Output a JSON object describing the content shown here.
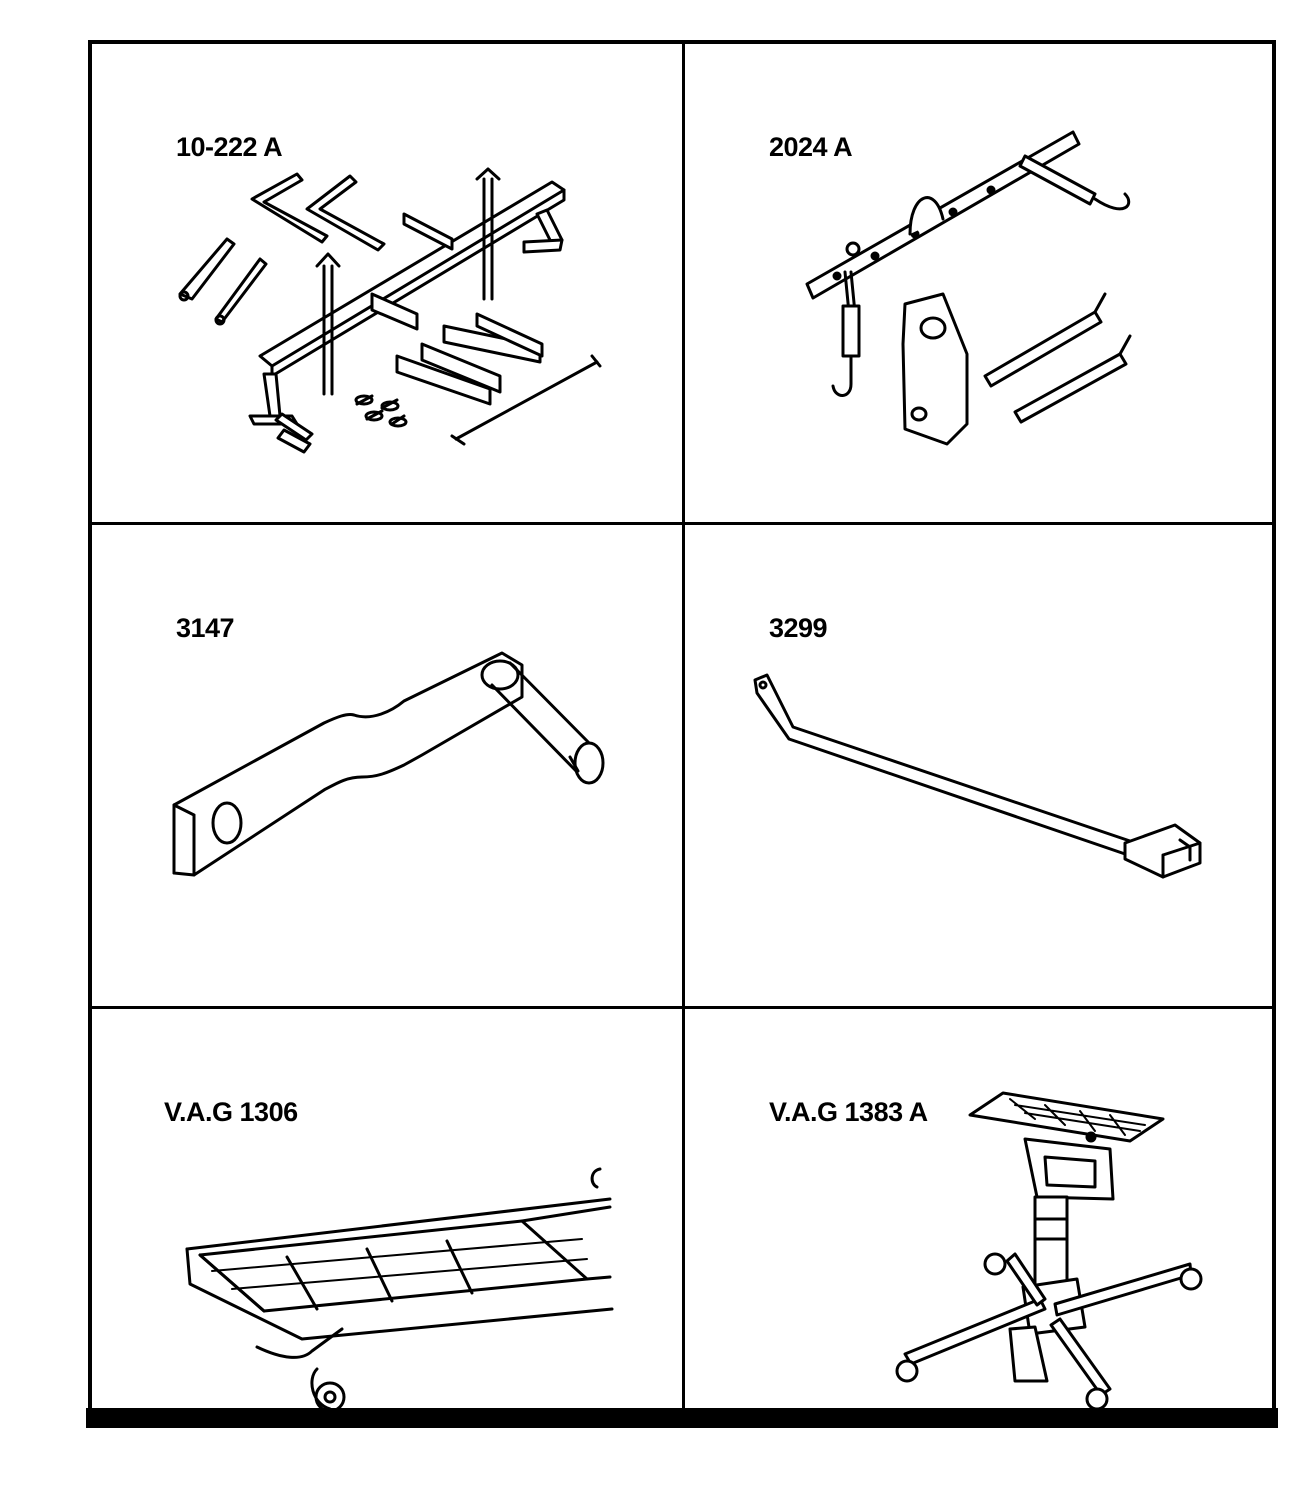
{
  "tools": [
    {
      "id": "t1",
      "label": "10-222 A",
      "icon": "engine-support-bridge-icon"
    },
    {
      "id": "t2",
      "label": "2024 A",
      "icon": "lifting-tackle-icon"
    },
    {
      "id": "t3",
      "label": "3147",
      "icon": "counter-hold-tool-icon"
    },
    {
      "id": "t4",
      "label": "3299",
      "icon": "bar-tool-icon"
    },
    {
      "id": "t5",
      "label": "V.A.G 1306",
      "icon": "drip-tray-icon"
    },
    {
      "id": "t6",
      "label": "V.A.G 1383 A",
      "icon": "transmission-jack-icon"
    }
  ]
}
